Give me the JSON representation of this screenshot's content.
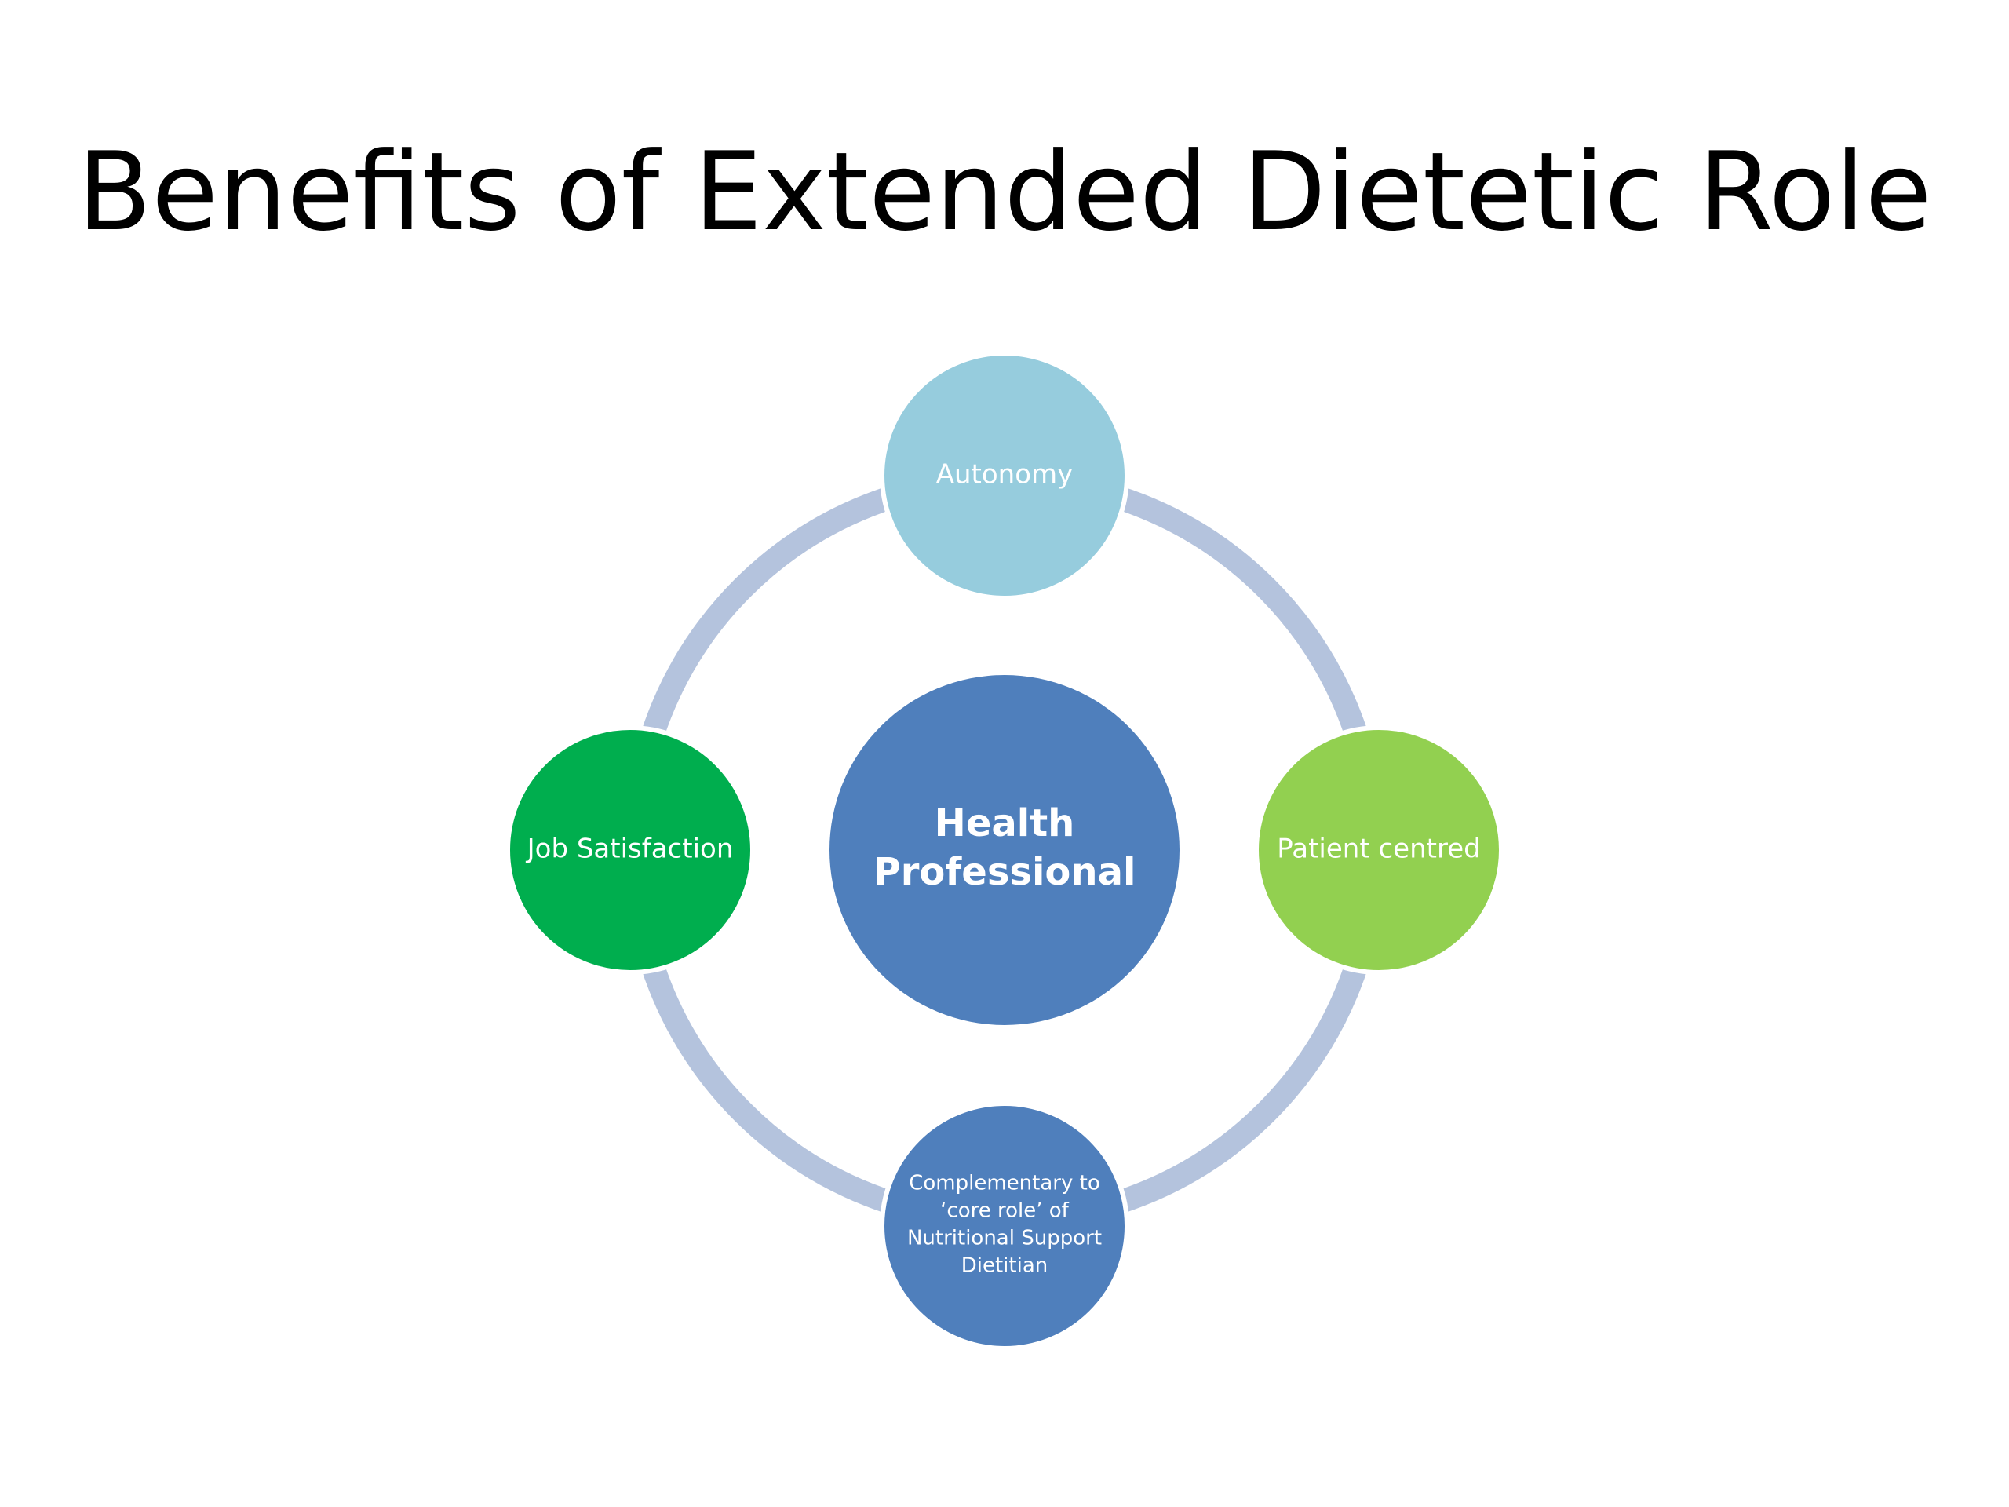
{
  "slide": {
    "title": "Benefits of Extended Dietetic Role"
  },
  "diagram": {
    "center": {
      "lines": [
        "Health",
        "Professional"
      ],
      "color": "#4F7FBC"
    },
    "nodes": [
      {
        "id": "top",
        "lines": [
          "Autonomy"
        ],
        "color": "#96CCDD"
      },
      {
        "id": "right",
        "lines": [
          "Patient centred"
        ],
        "color": "#92D050"
      },
      {
        "id": "bottom",
        "lines": [
          "Complementary to",
          "‘core role’ of",
          "Nutritional Support",
          "Dietitian"
        ],
        "color": "#4F7FBC"
      },
      {
        "id": "left",
        "lines": [
          "Job Satisfaction"
        ],
        "color": "#00AE4E"
      }
    ],
    "ring_color": "#B4C3DD"
  }
}
